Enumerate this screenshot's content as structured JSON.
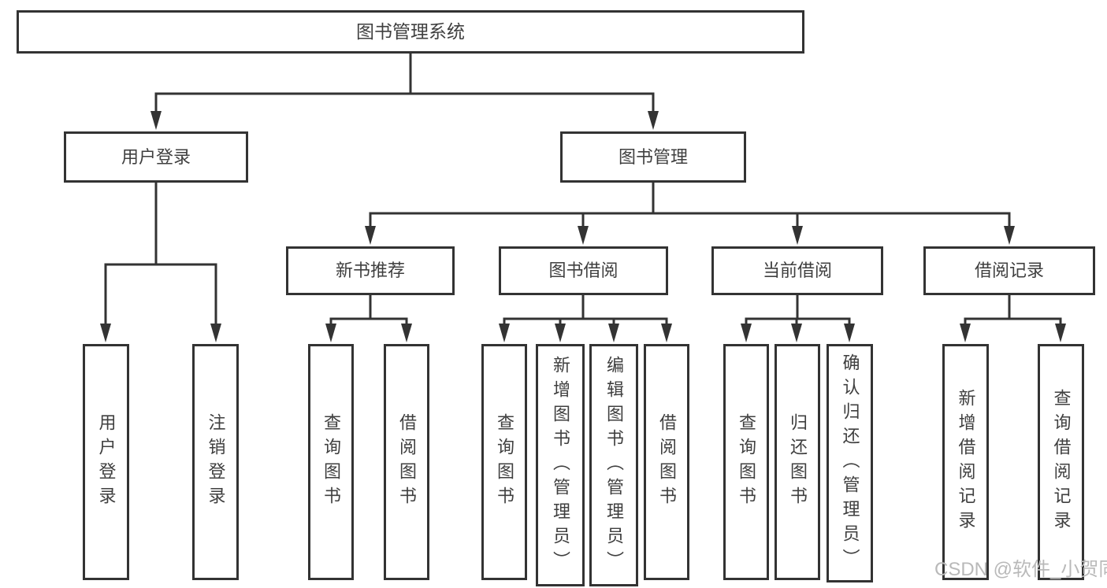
{
  "tree": {
    "root": "图书管理系统",
    "user_login": {
      "label": "用户登录",
      "children": [
        "用户登录",
        "注销登录"
      ]
    },
    "book_mgmt": {
      "label": "图书管理",
      "sections": {
        "new_books": {
          "label": "新书推荐",
          "children": [
            "查询图书",
            "借阅图书"
          ]
        },
        "borrowing": {
          "label": "图书借阅",
          "children": [
            "查询图书",
            "新增图书（管理员）",
            "编辑图书（管理员）",
            "借阅图书"
          ]
        },
        "current": {
          "label": "当前借阅",
          "children": [
            "查询图书",
            "归还图书",
            "确认归还（管理员）"
          ]
        },
        "records": {
          "label": "借阅记录",
          "children": [
            "新增借阅记录",
            "查询借阅记录"
          ]
        }
      }
    }
  },
  "colors": {
    "line": "#333333",
    "box_border": "#333333",
    "text": "#3f3f3f",
    "watermark_text": "#b9b9b9"
  },
  "watermark": {
    "text": "CSDN @软件_小贺同学"
  }
}
